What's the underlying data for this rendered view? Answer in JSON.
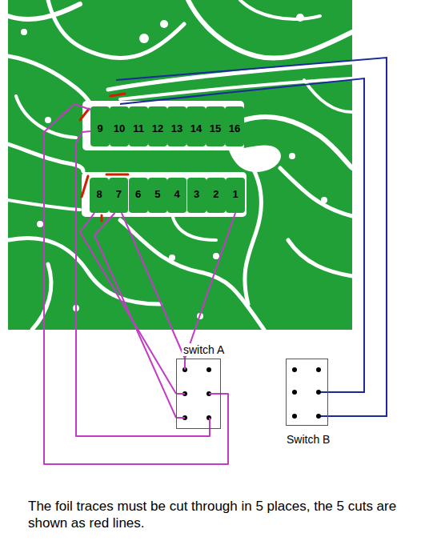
{
  "diagram": {
    "caption": "The foil traces must be cut through in 5 places, the 5 cuts are shown as red lines.",
    "nodes": [
      {
        "text": [
          "9"
        ]
      },
      {
        "text": [
          "10"
        ]
      },
      {
        "text": [
          "11"
        ]
      },
      {
        "text": [
          "12"
        ]
      },
      {
        "text": [
          "13"
        ]
      },
      {
        "text": [
          "14"
        ]
      },
      {
        "text": [
          "15"
        ]
      },
      {
        "text": [
          "16"
        ]
      },
      {
        "text": [
          "8"
        ]
      },
      {
        "text": [
          "7"
        ]
      },
      {
        "text": [
          "6"
        ]
      },
      {
        "text": [
          "5"
        ]
      },
      {
        "text": [
          "4"
        ]
      },
      {
        "text": [
          "3"
        ]
      },
      {
        "text": [
          "2"
        ]
      },
      {
        "text": [
          "1"
        ]
      },
      {
        "text": [
          "switch A"
        ]
      },
      {
        "text": [
          "Switch B"
        ]
      }
    ],
    "edges": [
      {
        "from": 0,
        "to": 16,
        "arrow": "none"
      },
      {
        "from": 0,
        "to": 16,
        "arrow": "none"
      },
      {
        "from": 8,
        "to": 16,
        "arrow": "none"
      },
      {
        "from": 9,
        "to": 16,
        "arrow": "none"
      },
      {
        "from": 9,
        "to": 16,
        "arrow": "none"
      },
      {
        "from": 15,
        "to": 16,
        "arrow": "none"
      }
    ]
  }
}
